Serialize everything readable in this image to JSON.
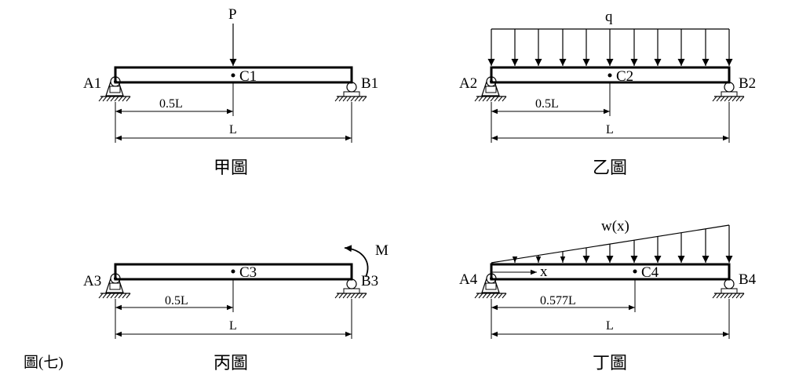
{
  "figure_label": "圖(七)",
  "panels": {
    "jia": {
      "caption": "甲圖",
      "load_label": "P",
      "support_left": "A1",
      "support_right": "B1",
      "center_label": "C1",
      "center_dim": "0.5L",
      "span_dim": "L"
    },
    "yi": {
      "caption": "乙圖",
      "load_label": "q",
      "support_left": "A2",
      "support_right": "B2",
      "center_label": "C2",
      "center_dim": "0.5L",
      "span_dim": "L"
    },
    "bing": {
      "caption": "丙圖",
      "load_label": "M",
      "support_left": "A3",
      "support_right": "B3",
      "center_label": "C3",
      "center_dim": "0.5L",
      "span_dim": "L"
    },
    "ding": {
      "caption": "丁圖",
      "load_label": "w(x)",
      "x_label": "x",
      "support_left": "A4",
      "support_right": "B4",
      "center_label": "C4",
      "center_dim": "0.577L",
      "span_dim": "L"
    }
  }
}
